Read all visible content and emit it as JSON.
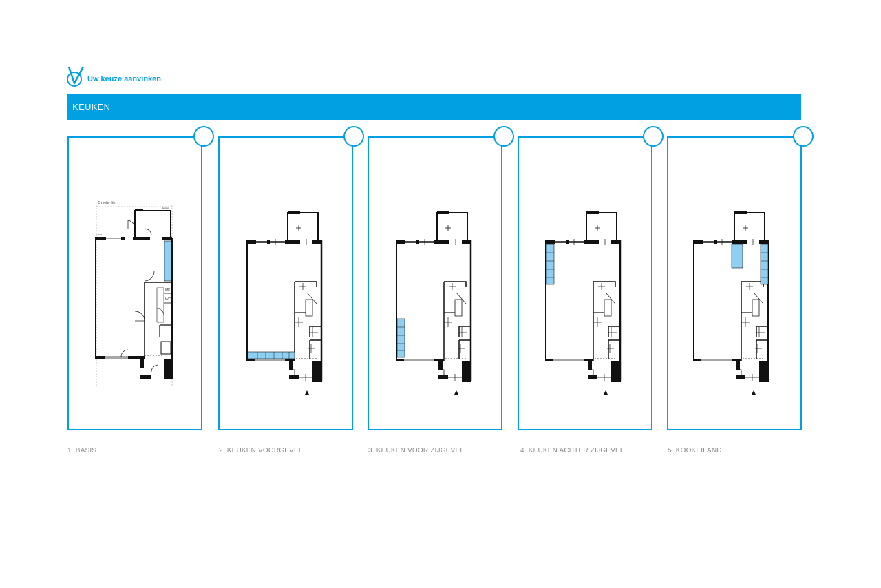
{
  "header": {
    "logo_text": "Uw keuze aanvinken",
    "accent_color": "#00a0e3",
    "highlight_color": "#8fd0f2"
  },
  "banner": {
    "title": "KEUKEN"
  },
  "options": [
    {
      "caption": "1. BASIS",
      "selected": false
    },
    {
      "caption": "2. KEUKEN VOORGEVEL",
      "selected": false
    },
    {
      "caption": "3. KEUKEN VOOR ZIJGEVEL",
      "selected": false
    },
    {
      "caption": "4. KEUKEN ACHTER ZIJGEVEL",
      "selected": false
    },
    {
      "caption": "5. KOOKEILAND",
      "selected": false
    }
  ],
  "basis_plan": {
    "line_label": "5 meter lijn",
    "small_label": "Berging",
    "room_labels": [
      "MK",
      "WC"
    ]
  },
  "icons": [
    "checkmark-logo-icon",
    "checkbox-circle-icon",
    "entrance-arrow-icon"
  ]
}
